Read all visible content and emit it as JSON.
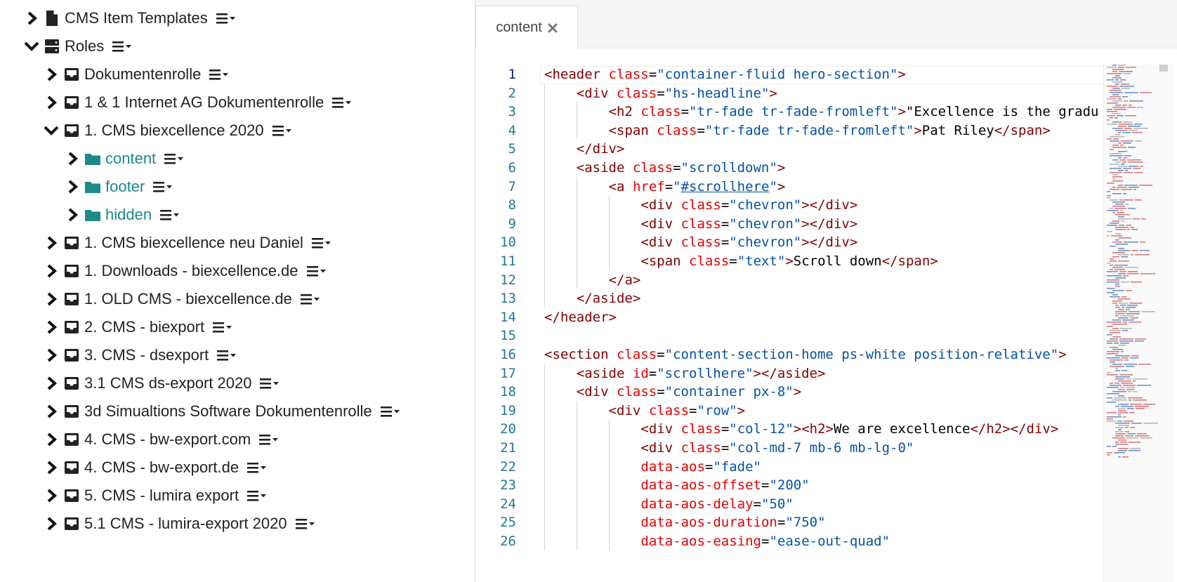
{
  "tree": {
    "items": [
      {
        "label": "CMS Item Templates",
        "expanded": false,
        "icon": "file-icon",
        "level": 1
      },
      {
        "label": "Roles",
        "expanded": true,
        "icon": "server-icon",
        "level": 1
      },
      {
        "label": "Dokumentenrolle",
        "expanded": false,
        "icon": "inbox-icon",
        "level": 2
      },
      {
        "label": "1 & 1 Internet AG Dokumentenrolle",
        "expanded": false,
        "icon": "inbox-icon",
        "level": 2
      },
      {
        "label": "1. CMS biexcellence 2020",
        "expanded": true,
        "icon": "inbox-icon",
        "level": 2
      },
      {
        "label": "content",
        "expanded": false,
        "icon": "folder-icon",
        "level": 3
      },
      {
        "label": "footer",
        "expanded": false,
        "icon": "folder-icon",
        "level": 3
      },
      {
        "label": "hidden",
        "expanded": false,
        "icon": "folder-icon",
        "level": 3
      },
      {
        "label": "1. CMS biexcellence neu Daniel",
        "expanded": false,
        "icon": "inbox-icon",
        "level": 2
      },
      {
        "label": "1. Downloads - biexcellence.de",
        "expanded": false,
        "icon": "inbox-icon",
        "level": 2
      },
      {
        "label": "1. OLD CMS - biexcellence.de",
        "expanded": false,
        "icon": "inbox-icon",
        "level": 2
      },
      {
        "label": "2. CMS - biexport",
        "expanded": false,
        "icon": "inbox-icon",
        "level": 2
      },
      {
        "label": "3. CMS - dsexport",
        "expanded": false,
        "icon": "inbox-icon",
        "level": 2
      },
      {
        "label": "3.1 CMS ds-export 2020",
        "expanded": false,
        "icon": "inbox-icon",
        "level": 2
      },
      {
        "label": "3d Simualtions Software Dokumentenrolle",
        "expanded": false,
        "icon": "inbox-icon",
        "level": 2
      },
      {
        "label": "4. CMS - bw-export.com",
        "expanded": false,
        "icon": "inbox-icon",
        "level": 2
      },
      {
        "label": "4. CMS - bw-export.de",
        "expanded": false,
        "icon": "inbox-icon",
        "level": 2
      },
      {
        "label": "5. CMS - lumira export",
        "expanded": false,
        "icon": "inbox-icon",
        "level": 2
      },
      {
        "label": "5.1 CMS - lumira-export 2020",
        "expanded": false,
        "icon": "inbox-icon",
        "level": 2
      }
    ]
  },
  "editor": {
    "tab_label": "content",
    "tab_close_icon": "close-icon",
    "active_line": 1,
    "lines": [
      {
        "n": "1",
        "indent": 0,
        "t": [
          [
            "tag",
            "<header"
          ],
          [
            "pl",
            " "
          ],
          [
            "attr",
            "class"
          ],
          [
            "pl",
            "="
          ],
          [
            "str",
            "\"container-fluid hero-section\""
          ],
          [
            "tag",
            ">"
          ]
        ]
      },
      {
        "n": "2",
        "indent": 1,
        "t": [
          [
            "tag",
            "<div"
          ],
          [
            "pl",
            " "
          ],
          [
            "attr",
            "class"
          ],
          [
            "pl",
            "="
          ],
          [
            "str",
            "\"hs-headline\""
          ],
          [
            "tag",
            ">"
          ]
        ]
      },
      {
        "n": "3",
        "indent": 2,
        "t": [
          [
            "tag",
            "<h2"
          ],
          [
            "pl",
            " "
          ],
          [
            "attr",
            "class"
          ],
          [
            "pl",
            "="
          ],
          [
            "str",
            "\"tr-fade tr-fade-fromleft\""
          ],
          [
            "tag",
            ">"
          ],
          [
            "pl",
            "\"Excellence is the gradu"
          ]
        ]
      },
      {
        "n": "4",
        "indent": 2,
        "t": [
          [
            "tag",
            "<span"
          ],
          [
            "pl",
            " "
          ],
          [
            "attr",
            "class"
          ],
          [
            "pl",
            "="
          ],
          [
            "str",
            "\"tr-fade tr-fade-fromleft\""
          ],
          [
            "tag",
            ">"
          ],
          [
            "pl",
            "Pat Riley"
          ],
          [
            "tag",
            "</span>"
          ]
        ]
      },
      {
        "n": "5",
        "indent": 1,
        "t": [
          [
            "tag",
            "</div>"
          ]
        ]
      },
      {
        "n": "6",
        "indent": 1,
        "t": [
          [
            "tag",
            "<aside"
          ],
          [
            "pl",
            " "
          ],
          [
            "attr",
            "class"
          ],
          [
            "pl",
            "="
          ],
          [
            "str",
            "\"scrolldown\""
          ],
          [
            "tag",
            ">"
          ]
        ]
      },
      {
        "n": "7",
        "indent": 2,
        "t": [
          [
            "tag",
            "<a"
          ],
          [
            "pl",
            " "
          ],
          [
            "attr",
            "href"
          ],
          [
            "pl",
            "="
          ],
          [
            "str",
            "\""
          ],
          [
            "link",
            "#scrollhere"
          ],
          [
            "str",
            "\""
          ],
          [
            "tag",
            ">"
          ]
        ]
      },
      {
        "n": "8",
        "indent": 3,
        "t": [
          [
            "tag",
            "<div"
          ],
          [
            "pl",
            " "
          ],
          [
            "attr",
            "class"
          ],
          [
            "pl",
            "="
          ],
          [
            "str",
            "\"chevron\""
          ],
          [
            "tag",
            "></div>"
          ]
        ]
      },
      {
        "n": "9",
        "indent": 3,
        "t": [
          [
            "tag",
            "<div"
          ],
          [
            "pl",
            " "
          ],
          [
            "attr",
            "class"
          ],
          [
            "pl",
            "="
          ],
          [
            "str",
            "\"chevron\""
          ],
          [
            "tag",
            "></div>"
          ]
        ]
      },
      {
        "n": "10",
        "indent": 3,
        "t": [
          [
            "tag",
            "<div"
          ],
          [
            "pl",
            " "
          ],
          [
            "attr",
            "class"
          ],
          [
            "pl",
            "="
          ],
          [
            "str",
            "\"chevron\""
          ],
          [
            "tag",
            "></div>"
          ]
        ]
      },
      {
        "n": "11",
        "indent": 3,
        "t": [
          [
            "tag",
            "<span"
          ],
          [
            "pl",
            " "
          ],
          [
            "attr",
            "class"
          ],
          [
            "pl",
            "="
          ],
          [
            "str",
            "\"text\""
          ],
          [
            "tag",
            ">"
          ],
          [
            "pl",
            "Scroll down"
          ],
          [
            "tag",
            "</span>"
          ]
        ]
      },
      {
        "n": "12",
        "indent": 2,
        "t": [
          [
            "tag",
            "</a>"
          ]
        ]
      },
      {
        "n": "13",
        "indent": 1,
        "t": [
          [
            "tag",
            "</aside>"
          ]
        ]
      },
      {
        "n": "14",
        "indent": 0,
        "t": [
          [
            "tag",
            "</header>"
          ]
        ]
      },
      {
        "n": "15",
        "indent": 0,
        "t": []
      },
      {
        "n": "16",
        "indent": 0,
        "t": [
          [
            "tag",
            "<section"
          ],
          [
            "pl",
            " "
          ],
          [
            "attr",
            "class"
          ],
          [
            "pl",
            "="
          ],
          [
            "str",
            "\"content-section-home ps-white position-relative\""
          ],
          [
            "tag",
            ">"
          ]
        ]
      },
      {
        "n": "17",
        "indent": 1,
        "t": [
          [
            "tag",
            "<aside"
          ],
          [
            "pl",
            " "
          ],
          [
            "attr",
            "id"
          ],
          [
            "pl",
            "="
          ],
          [
            "str",
            "\"scrollhere\""
          ],
          [
            "tag",
            "></aside>"
          ]
        ]
      },
      {
        "n": "18",
        "indent": 1,
        "t": [
          [
            "tag",
            "<div"
          ],
          [
            "pl",
            " "
          ],
          [
            "attr",
            "class"
          ],
          [
            "pl",
            "="
          ],
          [
            "str",
            "\"container px-8\""
          ],
          [
            "tag",
            ">"
          ]
        ]
      },
      {
        "n": "19",
        "indent": 2,
        "t": [
          [
            "tag",
            "<div"
          ],
          [
            "pl",
            " "
          ],
          [
            "attr",
            "class"
          ],
          [
            "pl",
            "="
          ],
          [
            "str",
            "\"row\""
          ],
          [
            "tag",
            ">"
          ]
        ]
      },
      {
        "n": "20",
        "indent": 3,
        "t": [
          [
            "tag",
            "<div"
          ],
          [
            "pl",
            " "
          ],
          [
            "attr",
            "class"
          ],
          [
            "pl",
            "="
          ],
          [
            "str",
            "\"col-12\""
          ],
          [
            "tag",
            "><h2>"
          ],
          [
            "pl",
            "We are excellence"
          ],
          [
            "tag",
            "</h2></div>"
          ]
        ]
      },
      {
        "n": "21",
        "indent": 3,
        "t": [
          [
            "tag",
            "<div"
          ],
          [
            "pl",
            " "
          ],
          [
            "attr",
            "class"
          ],
          [
            "pl",
            "="
          ],
          [
            "str",
            "\"col-md-7 mb-6 mb-lg-0\""
          ]
        ]
      },
      {
        "n": "22",
        "indent": 3,
        "t": [
          [
            "attr",
            "data-aos"
          ],
          [
            "pl",
            "="
          ],
          [
            "str",
            "\"fade\""
          ]
        ]
      },
      {
        "n": "23",
        "indent": 3,
        "t": [
          [
            "attr",
            "data-aos-offset"
          ],
          [
            "pl",
            "="
          ],
          [
            "str",
            "\"200\""
          ]
        ]
      },
      {
        "n": "24",
        "indent": 3,
        "t": [
          [
            "attr",
            "data-aos-delay"
          ],
          [
            "pl",
            "="
          ],
          [
            "str",
            "\"50\""
          ]
        ]
      },
      {
        "n": "25",
        "indent": 3,
        "t": [
          [
            "attr",
            "data-aos-duration"
          ],
          [
            "pl",
            "="
          ],
          [
            "str",
            "\"750\""
          ]
        ]
      },
      {
        "n": "26",
        "indent": 3,
        "t": [
          [
            "attr",
            "data-aos-easing"
          ],
          [
            "pl",
            "="
          ],
          [
            "str",
            "\"ease-out-quad\""
          ]
        ]
      }
    ]
  },
  "colors": {
    "teal": "#1d8a8a",
    "tag": "#800000",
    "attr": "#e50000",
    "string": "#0451a5",
    "line_number": "#237893"
  }
}
